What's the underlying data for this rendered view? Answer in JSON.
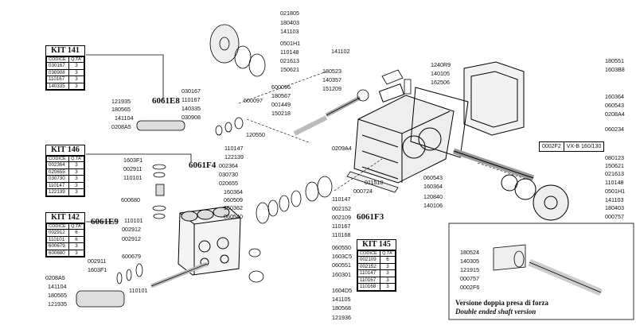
{
  "kits": [
    {
      "title": "KIT 141",
      "col_code": "CODICE",
      "col_code2": "CODE",
      "col_qty": "Q.TA'",
      "col_qty2": "Q.TY",
      "rows": [
        [
          "030167",
          "3"
        ],
        [
          "030908",
          "3"
        ],
        [
          "110167",
          "3"
        ],
        [
          "140335",
          "3"
        ]
      ]
    },
    {
      "title": "KIT 146",
      "col_code": "CODICE",
      "col_code2": "CODE",
      "col_qty": "Q.TA'",
      "col_qty2": "Q.TY",
      "rows": [
        [
          "002364",
          "3"
        ],
        [
          "020655",
          "3"
        ],
        [
          "030730",
          "3"
        ],
        [
          "110147",
          "3"
        ],
        [
          "122139",
          "3"
        ]
      ]
    },
    {
      "title": "KIT 142",
      "col_code": "CODICE",
      "col_code2": "CODE",
      "col_qty": "Q.TA'",
      "col_qty2": "Q.TY",
      "rows": [
        [
          "002912",
          "6"
        ],
        [
          "110101",
          "6"
        ],
        [
          "600679",
          "3"
        ],
        [
          "600680",
          "3"
        ]
      ]
    },
    {
      "title": "KIT 145",
      "col_code": "CODICE",
      "col_code2": "CODE",
      "col_qty": "Q.TA'",
      "col_qty2": "Q.TY",
      "rows": [
        [
          "002109",
          "6"
        ],
        [
          "002152",
          "3"
        ],
        [
          "110147",
          "3"
        ],
        [
          "110167",
          "3"
        ],
        [
          "110168",
          "3"
        ]
      ]
    }
  ],
  "groups": [
    "6061E8",
    "6061F4",
    "6061E9",
    "6061F3"
  ],
  "version_box": {
    "model": "0002F2",
    "version": "VX-B 160/130"
  },
  "caption": {
    "line1": "Versione doppia presa di forza",
    "line2": "Double ended shaft version"
  },
  "labels": [
    "021805",
    "180403",
    "141103",
    "0501H1",
    "110148",
    "021613",
    "150621",
    "141102",
    "1240R9",
    "140105",
    "162506",
    "180523",
    "140357",
    "151209",
    "600096",
    "180567",
    "001449",
    "150218",
    "600097",
    "030167",
    "110167",
    "140335",
    "030908",
    "120550",
    "121935",
    "180565",
    "141104",
    "0208A5",
    "180551",
    "1603B8",
    "160364",
    "060543",
    "0208A4",
    "060234",
    "0209A4",
    "011510",
    "120840",
    "140106",
    "060543",
    "160364",
    "000724",
    "0002F2",
    "080123",
    "150621",
    "021613",
    "110148",
    "0501H1",
    "141103",
    "180403",
    "000757",
    "1603F1",
    "002911",
    "110101",
    "110147",
    "122139",
    "002364",
    "030730",
    "020655",
    "160364",
    "060509",
    "160362",
    "060540",
    "600680",
    "110101",
    "002912",
    "002912",
    "600679",
    "110147",
    "002152",
    "002109",
    "110167",
    "110168",
    "060550",
    "1603C5",
    "060551",
    "160301",
    "1604D5",
    "141105",
    "180568",
    "121936",
    "002911",
    "1603F1",
    "110101",
    "0208A5",
    "141104",
    "180565",
    "121935",
    "180524",
    "140305",
    "121915",
    "000757",
    "0002F6"
  ]
}
